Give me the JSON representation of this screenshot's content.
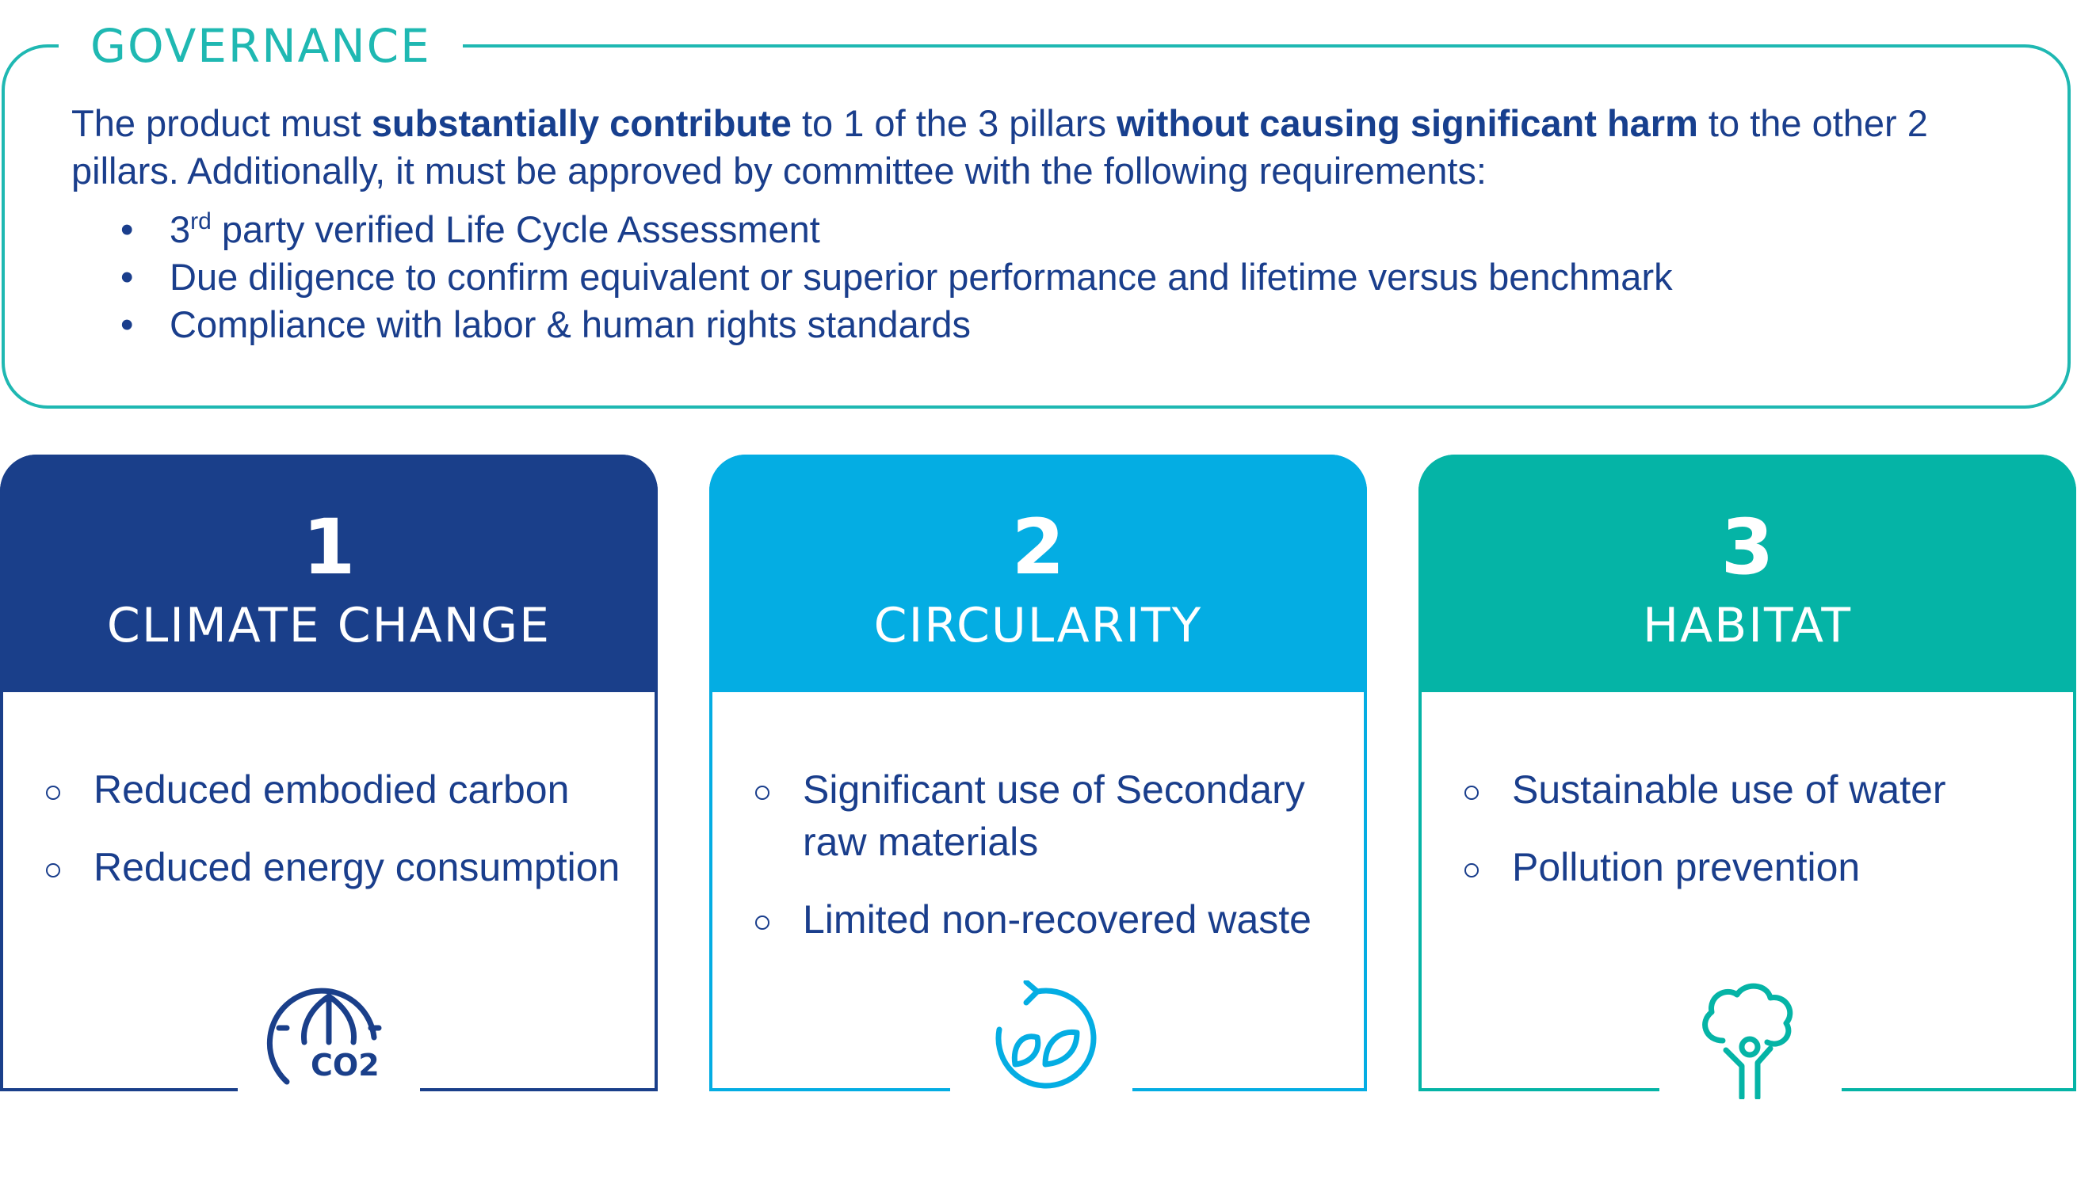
{
  "governance": {
    "title": "GOVERNANCE",
    "intro_1": "The product must ",
    "intro_bold_1": "substantially contribute",
    "intro_2": " to 1 of the 3 pillars ",
    "intro_bold_2": "without causing significant harm",
    "intro_3": " to the other 2 pillars. Additionally, it must be approved by committee with the following requirements:",
    "bullet_glyph": "•",
    "req1_pre": "3",
    "req1_sup": "rd",
    "req1_post": " party verified Life Cycle Assessment",
    "req2": "Due diligence to confirm equivalent or superior performance and lifetime versus benchmark",
    "req3": "Compliance with labor & human rights standards"
  },
  "pillars": [
    {
      "number": "1",
      "name": "CLIMATE CHANGE",
      "color": "#1a3f8a",
      "icon": "co2-globe-icon",
      "icon_label": "CO2",
      "items": [
        "Reduced embodied carbon",
        "Reduced energy consumption"
      ]
    },
    {
      "number": "2",
      "name": "CIRCULARITY",
      "color": "#04ade3",
      "icon": "recycle-leaf-icon",
      "items": [
        "Significant use of Secondary raw materials",
        "Limited non-recovered waste"
      ]
    },
    {
      "number": "3",
      "name": "HABITAT",
      "color": "#05b4a6",
      "icon": "tree-icon",
      "items": [
        "Sustainable use of water",
        "Pollution prevention"
      ]
    }
  ]
}
